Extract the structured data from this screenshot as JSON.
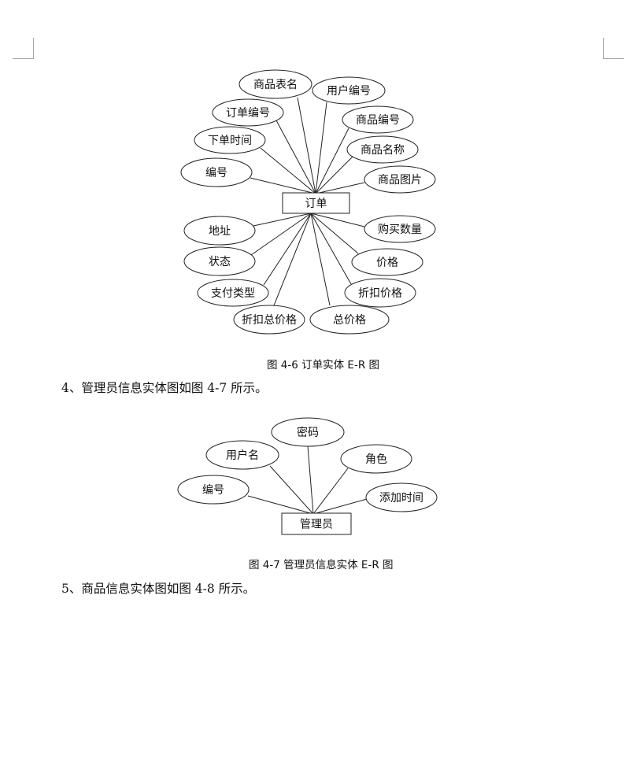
{
  "figure_order": {
    "entity": "订单",
    "attributes": [
      "编号",
      "下单时间",
      "订单编号",
      "商品表名",
      "用户编号",
      "商品编号",
      "商品名称",
      "商品图片",
      "购买数量",
      "价格",
      "折扣价格",
      "总价格",
      "折扣总价格",
      "支付类型",
      "状态",
      "地址"
    ],
    "caption": "图 4-6  订单实体 E-R 图"
  },
  "paragraph_admin": "4、管理员信息实体图如图 4-7 所示。",
  "figure_admin": {
    "entity": "管理员",
    "attributes": [
      "编号",
      "用户名",
      "密码",
      "角色",
      "添加时间"
    ],
    "caption": "图 4-7  管理员信息实体 E-R 图"
  },
  "paragraph_goods": "5、商品信息实体图如图 4-8 所示。"
}
